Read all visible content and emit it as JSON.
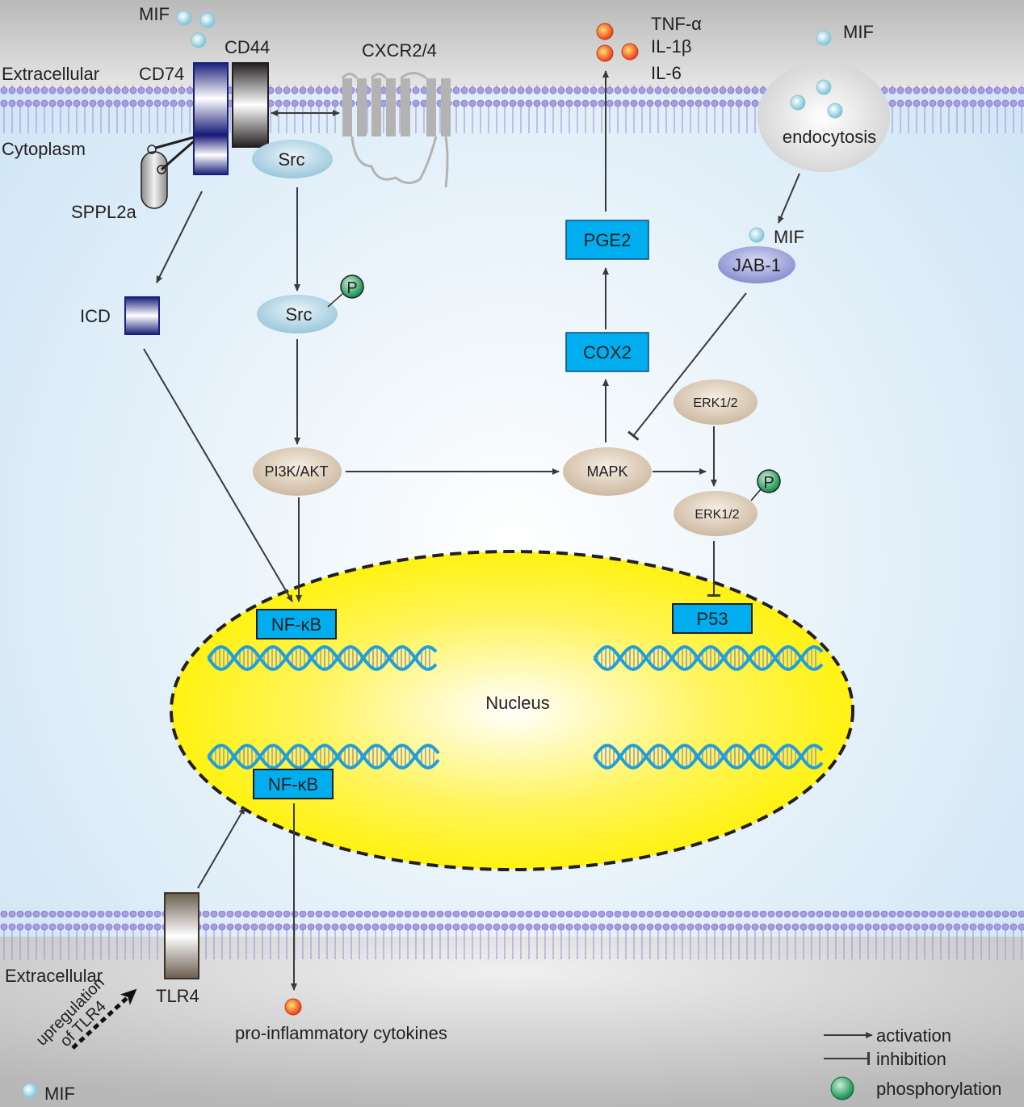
{
  "labels": {
    "extracellular_top": "Extracellular",
    "cytoplasm": "Cytoplasm",
    "extracellular_bottom": "Extracellular",
    "nucleus": "Nucleus",
    "mif": "MIF",
    "cd44": "CD44",
    "cd74": "CD74",
    "cxcr": "CXCR2/4",
    "sppl2a": "SPPL2a",
    "src": "Src",
    "icd": "ICD",
    "pi3k": "PI3K/AKT",
    "mapk": "MAPK",
    "erk": "ERK1/2",
    "jab1": "JAB-1",
    "endocytosis": "endocytosis",
    "pge2": "PGE2",
    "cox2": "COX2",
    "p53": "P53",
    "nfkb": "NF-κB",
    "tlr4": "TLR4",
    "upregulation_line1": "upregulation",
    "upregulation_line2": "of TLR4",
    "pro_inflammatory": "pro-inflammatory cytokines",
    "phospho_p": "P",
    "cytokines": [
      "TNF-α",
      "IL-1β",
      "IL-6"
    ]
  },
  "legend": {
    "activation": "activation",
    "inhibition": "inhibition",
    "phosphorylation": "phosphorylation"
  },
  "colors": {
    "membrane_lipid": "#9b8fd6",
    "cytoplasm": "#dcedf9",
    "nucleus": "#fff200",
    "box_blue": "#00aeef",
    "protein_tan": "#d8c6ae",
    "src_blue": "#a9cfe0",
    "jab1_purple": "#8a8fd0",
    "phospho_green": "#1a9a5a",
    "cytokine_orange": "#f7941d",
    "dna_blue": "#29a8e0"
  }
}
